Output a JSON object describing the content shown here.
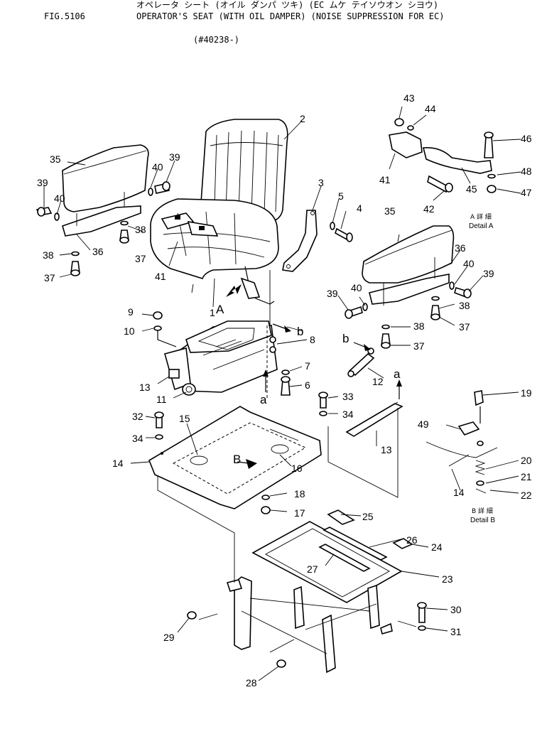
{
  "header": {
    "fig_no": "FIG.5106",
    "title_kana": "オペレータ シート (オイル ダンパ ツキ) (EC ムケ テイソウオン シヨウ)",
    "title_en": "OPERATOR'S SEAT (WITH OIL DAMPER) (NOISE SUPPRESSION FOR EC)",
    "serial": "(#40238-)"
  },
  "callouts": {
    "n1": "1",
    "n2": "2",
    "n3": "3",
    "n4": "4",
    "n5": "5",
    "n6": "6",
    "n7": "7",
    "n8": "8",
    "n9": "9",
    "n10": "10",
    "n11": "11",
    "n12": "12",
    "n13a": "13",
    "n13b": "13",
    "n14a": "14",
    "n14b": "14",
    "n15": "15",
    "n16": "16",
    "n17": "17",
    "n18": "18",
    "n19": "19",
    "n20": "20",
    "n21": "21",
    "n22": "22",
    "n23": "23",
    "n24": "24",
    "n25": "25",
    "n26": "26",
    "n27": "27",
    "n28": "28",
    "n29": "29",
    "n30": "30",
    "n31": "31",
    "n32": "32",
    "n33": "33",
    "n34a": "34",
    "n34b": "34",
    "n35a": "35",
    "n35b": "35",
    "n36a": "36",
    "n36b": "36",
    "n37a": "37",
    "n37b": "37",
    "n37c": "37",
    "n37d": "37",
    "n38a": "38",
    "n38b": "38",
    "n38c": "38",
    "n38d": "38",
    "n39a": "39",
    "n39b": "39",
    "n39c": "39",
    "n39d": "39",
    "n40a": "40",
    "n40b": "40",
    "n40c": "40",
    "n40d": "40",
    "n41a": "41",
    "n41b": "41",
    "n42": "42",
    "n43": "43",
    "n44": "44",
    "n45": "45",
    "n46": "46",
    "n47": "47",
    "n48": "48",
    "n49": "49"
  },
  "markers": {
    "A": "A",
    "B": "B",
    "a1": "a",
    "a2": "a",
    "b1": "b",
    "b2": "b"
  },
  "details": {
    "detail_a_jp": "A 詳 細",
    "detail_a_en": "Detail A",
    "detail_b_jp": "B 詳 細",
    "detail_b_en": "Detail B"
  }
}
